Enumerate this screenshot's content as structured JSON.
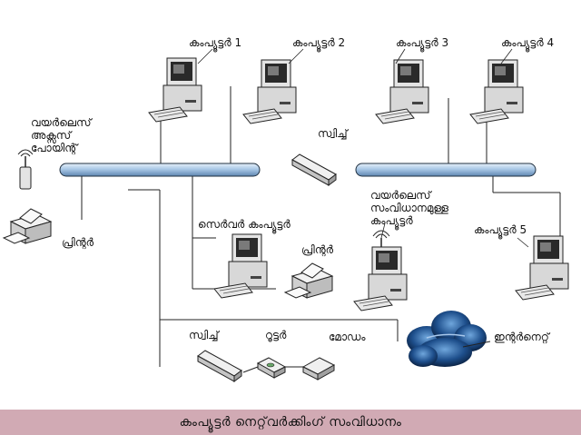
{
  "labels": {
    "computer1": "കംപ്യൂട്ടർ 1",
    "computer2": "കംപ്യൂട്ടർ 2",
    "computer3": "കംപ്യൂട്ടർ 3",
    "computer4": "കംപ്യൂട്ടർ 4",
    "computer5": "കംപ്യൂട്ടർ 5",
    "wireless_access_point": [
      "വയർലെസ്",
      "അക്സസ്",
      "പോയിന്റ്"
    ],
    "switch_top": "സ്വിച്ച്",
    "printer_left": "പ്രിന്റർ",
    "server_computer": "സെർവർ കംപ്യൂട്ടർ",
    "printer_center": "പ്രിന്റർ",
    "wireless_computer": [
      "വയർലെസ്",
      "സംവിധാനമുള്ള",
      "കംപ്യൂട്ടർ"
    ],
    "switch_bottom": "സ്വിച്ച്",
    "router": "റൂട്ടർ",
    "modem": "മോഡം",
    "internet": "ഇന്റർനെറ്റ്"
  },
  "caption": "കംപ്യൂട്ടർ നെറ്റ്‌വർക്കിംഗ് സംവിധാനം",
  "colors": {
    "bus": "#a9c8e6",
    "bus_outline": "#203040",
    "caption_bar": "#d1aab4",
    "cloud": "#1e4f8c"
  },
  "icons": [
    "computer-icon",
    "printer-icon",
    "switch-icon",
    "router-icon",
    "modem-icon",
    "cloud-icon",
    "access-point-icon"
  ]
}
